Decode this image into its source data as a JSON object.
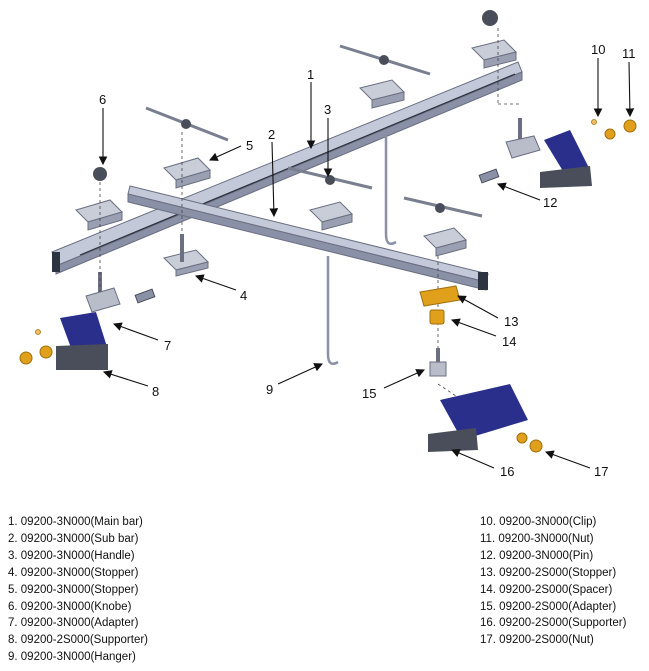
{
  "callouts": [
    "1",
    "2",
    "3",
    "4",
    "5",
    "6",
    "7",
    "8",
    "9",
    "10",
    "11",
    "12",
    "13",
    "14",
    "15",
    "16",
    "17"
  ],
  "parts_left": [
    "1. 09200-3N000(Main bar)",
    "2. 09200-3N000(Sub bar)",
    "3. 09200-3N000(Handle)",
    "4. 09200-3N000(Stopper)",
    "5. 09200-3N000(Stopper)",
    "6. 09200-3N000(Knobe)",
    "7. 09200-3N000(Adapter)",
    "8. 09200-2S000(Supporter)",
    "9. 09200-3N000(Hanger)"
  ],
  "parts_right": [
    "10. 09200-3N000(Clip)",
    "11. 09200-3N000(Nut)",
    "12. 09200-3N000(Pin)",
    "13. 09200-2S000(Stopper)",
    "14. 09200-2S000(Spacer)",
    "15. 09200-2S000(Adapter)",
    "16. 09200-2S000(Supporter)",
    "17. 09200-2S000(Nut)"
  ],
  "colors": {
    "bar_top": "#c4c9d9",
    "bar_side": "#8a90a6",
    "support_blue": "#2a2f8c",
    "brass": "#e0a01c",
    "dark_metal": "#4a4e5a"
  }
}
